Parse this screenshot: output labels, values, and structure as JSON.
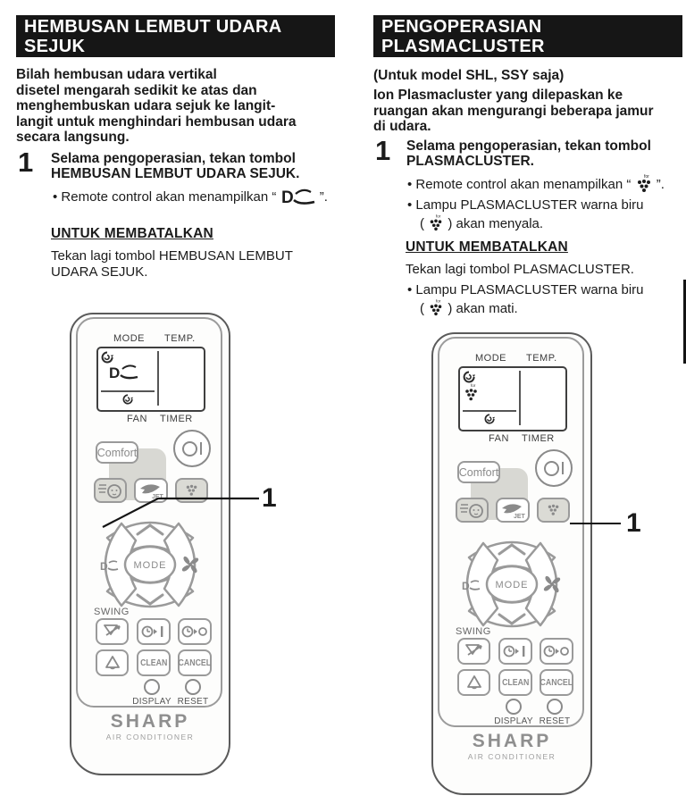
{
  "left_section": {
    "title": "HEMBUSAN LEMBUT UDARA\nSEJUK",
    "intro": "Bilah hembusan udara vertikal\ndisetel mengarah sedikit ke atas dan\nmenghembuskan udara sejuk ke langit-\nlangit untuk menghindari hembusan udara\nsecara langsung.",
    "step_number": "1",
    "step_text": "Selama pengoperasian, tekan tombol\nHEMBUSAN LEMBUT UDARA SEJUK.",
    "bullet_display_prefix": "• Remote control akan menampilkan “ ",
    "bullet_display_suffix": " ”.",
    "cancel_heading": "UNTUK MEMBATALKAN",
    "cancel_text": "Tekan lagi tombol HEMBUSAN LEMBUT\nUDARA SEJUK.",
    "callout_label": "1"
  },
  "right_section": {
    "title": "PENGOPERASIAN\nPLASMACLUSTER",
    "model_note": "(Untuk model SHL, SSY saja)",
    "intro": "Ion Plasmacluster yang dilepaskan ke\nruangan akan mengurangi beberapa jamur\ndi udara.",
    "step_number": "1",
    "step_text": "Selama pengoperasian, tekan tombol\nPLASMACLUSTER.",
    "bullet1_prefix": "• Remote control akan menampilkan “ ",
    "bullet1_suffix": " ”.",
    "bullet2_line1": "• Lampu PLASMACLUSTER warna biru",
    "bullet2_prefix": "( ",
    "bullet2_suffix": " ) akan menyala.",
    "cancel_heading": "UNTUK MEMBATALKAN",
    "cancel_text": "Tekan lagi tombol PLASMACLUSTER.",
    "bullet3_line1": "• Lampu PLASMACLUSTER warna biru",
    "bullet3_prefix": "( ",
    "bullet3_suffix": " ) akan mati.",
    "callout_label": "1"
  },
  "remote": {
    "labels": {
      "mode": "MODE",
      "temp": "TEMP.",
      "fan": "FAN",
      "timer": "TIMER",
      "comfort": "Comfort",
      "mode_button": "MODE",
      "jet": "JET",
      "swing": "SWING",
      "clean": "CLEAN",
      "cancel": "CANCEL",
      "display": "DISPLAY",
      "reset": "RESET",
      "brand": "SHARP",
      "brand_sub": "AIR CONDITIONER",
      "ion_for": "for"
    }
  },
  "colors": {
    "header_bg": "#161616",
    "text": "#1b1b1b",
    "remote_gray": "#8a8a8a",
    "highlight_fill": "#dbdbd5"
  }
}
